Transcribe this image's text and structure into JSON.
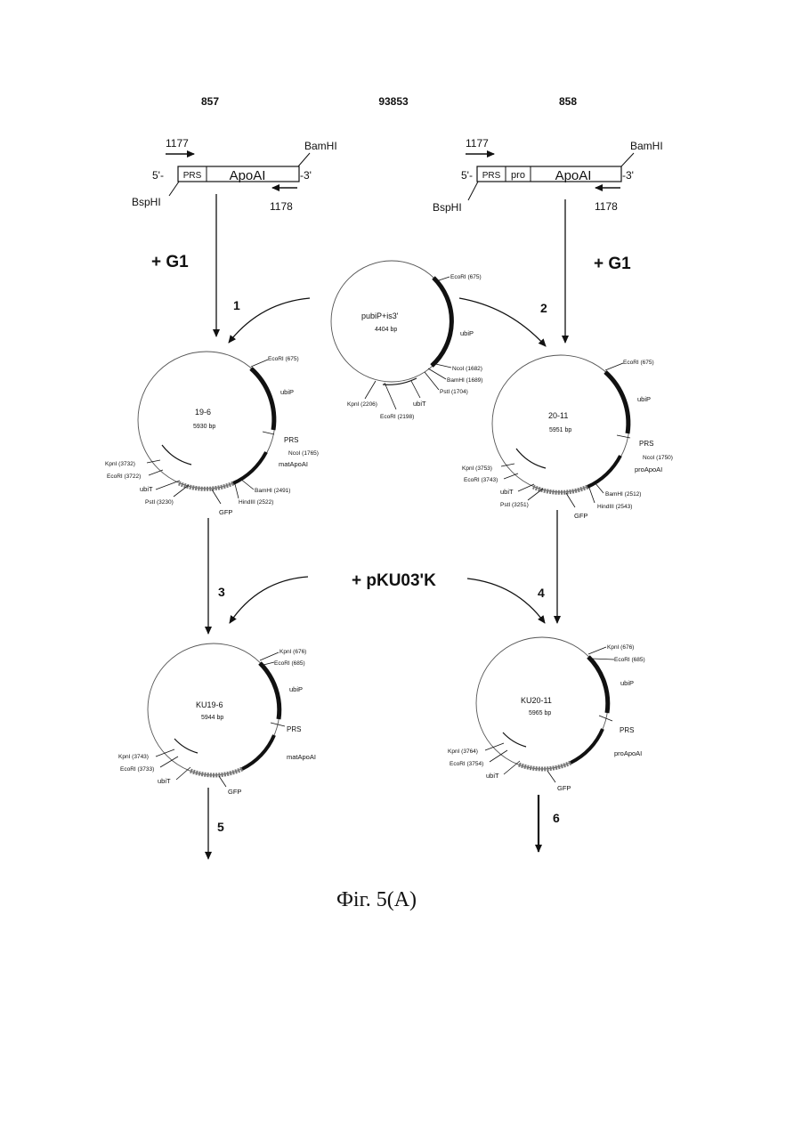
{
  "top_labels": {
    "left": "857",
    "center": "93853",
    "right": "858"
  },
  "construct_left": {
    "primer_fwd": "1177",
    "primer_rev": "1178",
    "site_top": "BamHI",
    "site_bottom": "BspHI",
    "end5": "5'-",
    "end3": "-3'",
    "seg_prs": "PRS",
    "seg_apo": "ApoAI"
  },
  "construct_right": {
    "primer_fwd": "1177",
    "primer_rev": "1178",
    "site_top": "BamHI",
    "site_bottom": "BspHI",
    "end5": "5'-",
    "end3": "-3'",
    "seg_prs": "PRS",
    "seg_pro": "pro",
    "seg_apo": "ApoAI"
  },
  "add_g1_left": "+ G1",
  "add_g1_right": "+ G1",
  "add_pku": "+ pKU03'K",
  "steps": [
    "1",
    "2",
    "3",
    "4",
    "5",
    "6"
  ],
  "plasmid_center": {
    "name": "pubiP+is3'",
    "size": "4404 bp",
    "labels": [
      "EcoRI (675)",
      "ubiP",
      "NcoI (1682)",
      "BamHI (1689)",
      "PstI (1704)",
      "ubiT",
      "KpnI (2206)",
      "EcoRI (2198)"
    ]
  },
  "plasmid_19_6": {
    "name": "19-6",
    "size": "5930 bp",
    "labels": [
      "EcoRI (675)",
      "ubiP",
      "PRS",
      "NcoI (1765)",
      "matApoAI",
      "KpnI (3732)",
      "EcoRI (3722)",
      "ubiT",
      "PstI (3230)",
      "GFP",
      "BamHI (2491)",
      "HindIII (2522)"
    ]
  },
  "plasmid_20_11": {
    "name": "20-11",
    "size": "5951 bp",
    "labels": [
      "EcoRI (675)",
      "ubiP",
      "PRS",
      "NcoI (1750)",
      "proApoAI",
      "KpnI (3753)",
      "EcoRI (3743)",
      "ubiT",
      "PstI (3251)",
      "GFP",
      "BamHI (2512)",
      "HindIII (2543)"
    ]
  },
  "plasmid_ku19_6": {
    "name": "KU19-6",
    "size": "5944 bp",
    "labels": [
      "KpnI (676)",
      "EcoRI (685)",
      "ubiP",
      "PRS",
      "matApoAI",
      "KpnI (3743)",
      "EcoRI (3733)",
      "ubiT",
      "GFP"
    ]
  },
  "plasmid_ku20_11": {
    "name": "KU20-11",
    "size": "5965 bp",
    "labels": [
      "KpnI (676)",
      "EcoRI (685)",
      "ubiP",
      "PRS",
      "proApoAI",
      "KpnI (3764)",
      "EcoRI (3754)",
      "ubiT",
      "GFP"
    ]
  },
  "caption": "Фіг. 5(A)"
}
